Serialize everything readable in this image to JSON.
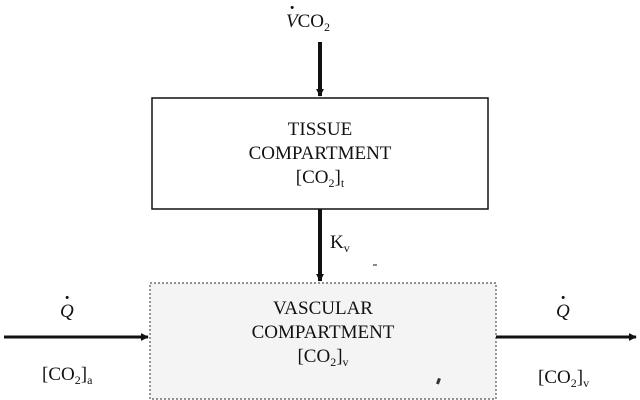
{
  "colors": {
    "line": "#111111",
    "box_fill": "#ffffff",
    "vascular_fill": "#f4f4f4"
  },
  "inputs": {
    "vco2": {
      "symbol": "V",
      "diacritic": "·",
      "rest": "CO",
      "subscript": "2"
    }
  },
  "tissue": {
    "line1": "TISSUE",
    "line2": "COMPARTMENT",
    "conc": {
      "open": "[CO",
      "sub2": "2",
      "close": "]",
      "subscript": "t"
    }
  },
  "transfer": {
    "symbol": "K",
    "subscript": "v"
  },
  "vascular": {
    "line1": "VASCULAR",
    "line2": "COMPARTMENT",
    "conc": {
      "open": "[CO",
      "sub2": "2",
      "close": "]",
      "subscript": "v"
    }
  },
  "inflow": {
    "flow": {
      "symbol": "Q",
      "diacritic": "·"
    },
    "conc": {
      "open": "[CO",
      "sub2": "2",
      "close": "]",
      "subscript": "a"
    }
  },
  "outflow": {
    "flow": {
      "symbol": "Q",
      "diacritic": "·"
    },
    "conc": {
      "open": "[CO",
      "sub2": "2",
      "close": "]",
      "subscript": "v"
    }
  }
}
